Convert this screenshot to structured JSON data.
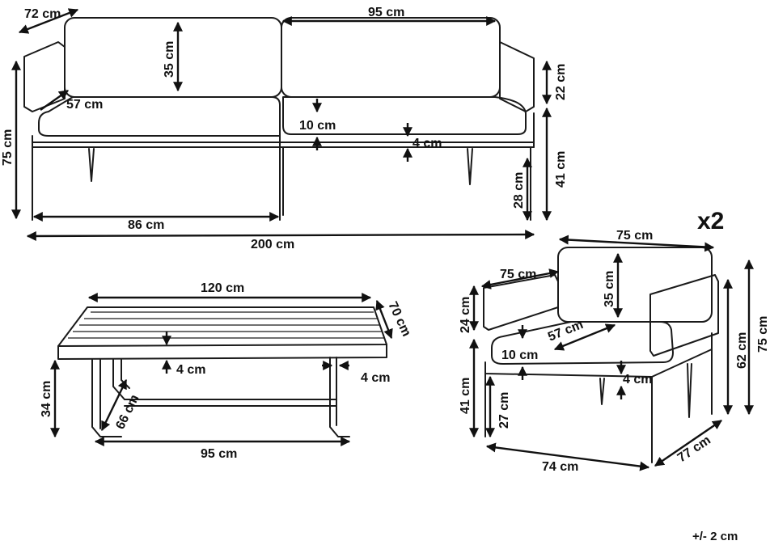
{
  "sofa": {
    "depth_top": "72 cm",
    "back_cushion_width": "95 cm",
    "back_height": "35 cm",
    "seat_depth": "57 cm",
    "cushion_thickness": "10 cm",
    "seat_frame": "4 cm",
    "total_height": "75 cm",
    "arm_height": "22 cm",
    "seat_height": "41 cm",
    "leg_height": "28 cm",
    "half_width": "86 cm",
    "total_width": "200 cm"
  },
  "table": {
    "length": "120 cm",
    "depth": "70 cm",
    "top_thickness": "4 cm",
    "leg_thickness": "4 cm",
    "height": "34 cm",
    "base_depth": "66 cm",
    "base_length": "95 cm"
  },
  "chair": {
    "quantity": "x2",
    "top_width": "75 cm",
    "arm_length": "75 cm",
    "arm_height": "24 cm",
    "back_height": "35 cm",
    "seat_depth": "57 cm",
    "cushion_thickness": "10 cm",
    "seat_frame": "4 cm",
    "seat_height": "41 cm",
    "leg_height": "27 cm",
    "arm_total_height": "62 cm",
    "total_height": "75 cm",
    "width": "74 cm",
    "depth": "77 cm"
  },
  "tolerance": "+/- 2 cm"
}
